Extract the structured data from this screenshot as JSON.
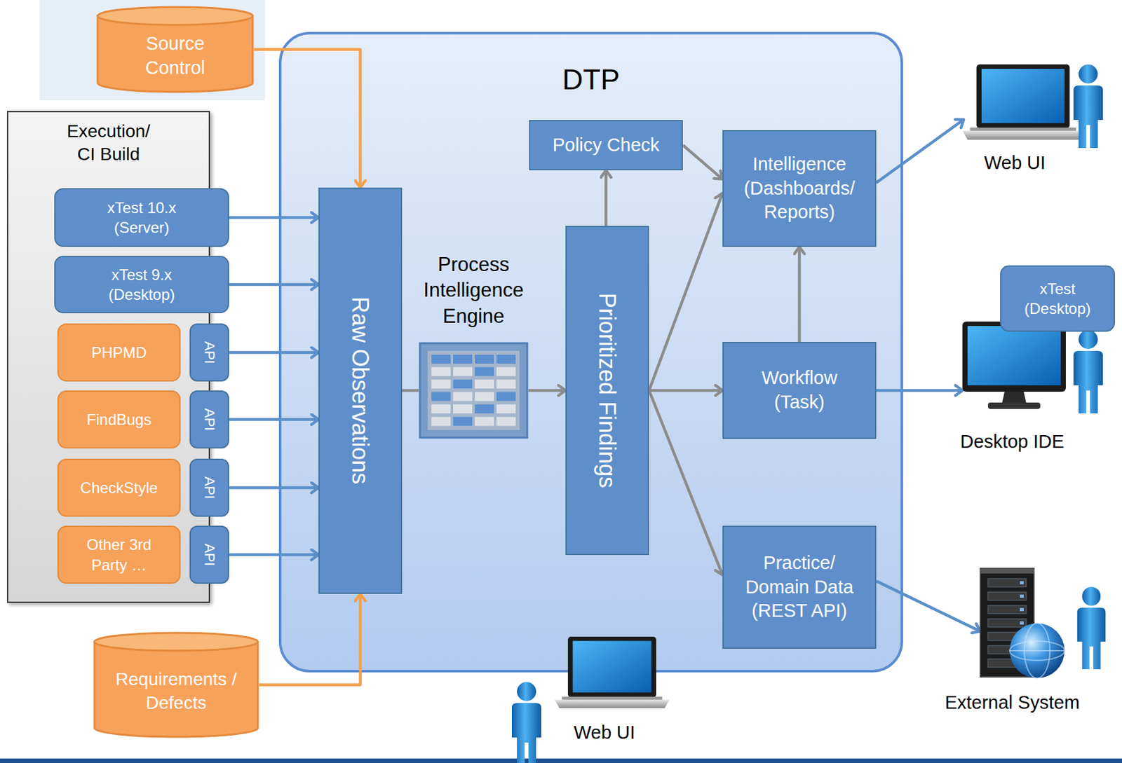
{
  "diagram": {
    "nodes": [
      {
        "text": [
          "Source Control"
        ]
      },
      {
        "text": [
          "Execution/ CI Build"
        ]
      },
      {
        "text": [
          "xTest 10.x (Server)"
        ],
        "in": 1
      },
      {
        "text": [
          "xTest 9.x (Desktop)"
        ],
        "in": 1
      },
      {
        "text": [
          "PHPMD"
        ],
        "in": 1
      },
      {
        "text": [
          "API"
        ],
        "in": 1
      },
      {
        "text": [
          "FindBugs"
        ],
        "in": 1
      },
      {
        "text": [
          "API"
        ],
        "in": 1
      },
      {
        "text": [
          "CheckStyle"
        ],
        "in": 1
      },
      {
        "text": [
          "API"
        ],
        "in": 1
      },
      {
        "text": [
          "Other 3rd Party …"
        ],
        "in": 1
      },
      {
        "text": [
          "API"
        ],
        "in": 1
      },
      {
        "text": [
          "Requirements / Defects"
        ]
      },
      {
        "text": [
          "DTP"
        ]
      },
      {
        "text": [
          "Raw Observations"
        ],
        "in": 13
      },
      {
        "text": [
          "Process Intelligence Engine"
        ],
        "in": 13
      },
      {
        "text": [
          "Policy Check"
        ],
        "in": 13
      },
      {
        "text": [
          "Prioritized Findings"
        ],
        "in": 13
      },
      {
        "text": [
          "Intelligence (Dashboards/ Reports)"
        ],
        "in": 13
      },
      {
        "text": [
          "Workflow (Task)"
        ],
        "in": 13
      },
      {
        "text": [
          "Practice/ Domain Data (REST API)"
        ],
        "in": 13
      },
      {
        "text": [
          "Web UI"
        ]
      },
      {
        "text": [
          "Desktop IDE"
        ]
      },
      {
        "text": [
          "xTest (Desktop)"
        ],
        "in": 22
      },
      {
        "text": [
          "External System"
        ]
      },
      {
        "text": [
          "Web UI"
        ]
      }
    ],
    "edges": [
      {
        "from": 0,
        "to": 14,
        "arrow": "to"
      },
      {
        "from": 2,
        "to": 14,
        "arrow": "to"
      },
      {
        "from": 3,
        "to": 14,
        "arrow": "to"
      },
      {
        "from": 5,
        "to": 14,
        "arrow": "to"
      },
      {
        "from": 7,
        "to": 14,
        "arrow": "to"
      },
      {
        "from": 9,
        "to": 14,
        "arrow": "to"
      },
      {
        "from": 11,
        "to": 14,
        "arrow": "to"
      },
      {
        "from": 12,
        "to": 14,
        "arrow": "to"
      },
      {
        "from": 14,
        "to": 15,
        "arrow": "none"
      },
      {
        "from": 15,
        "to": 17,
        "arrow": "to"
      },
      {
        "from": 17,
        "to": 16,
        "arrow": "to"
      },
      {
        "from": 16,
        "to": 18,
        "arrow": "to"
      },
      {
        "from": 17,
        "to": 18,
        "arrow": "to"
      },
      {
        "from": 17,
        "to": 19,
        "arrow": "to"
      },
      {
        "from": 17,
        "to": 20,
        "arrow": "to"
      },
      {
        "from": 19,
        "to": 18,
        "arrow": "to"
      },
      {
        "from": 18,
        "to": 21,
        "arrow": "to"
      },
      {
        "from": 19,
        "to": 22,
        "arrow": "to"
      },
      {
        "from": 20,
        "to": 24,
        "arrow": "to"
      }
    ]
  }
}
